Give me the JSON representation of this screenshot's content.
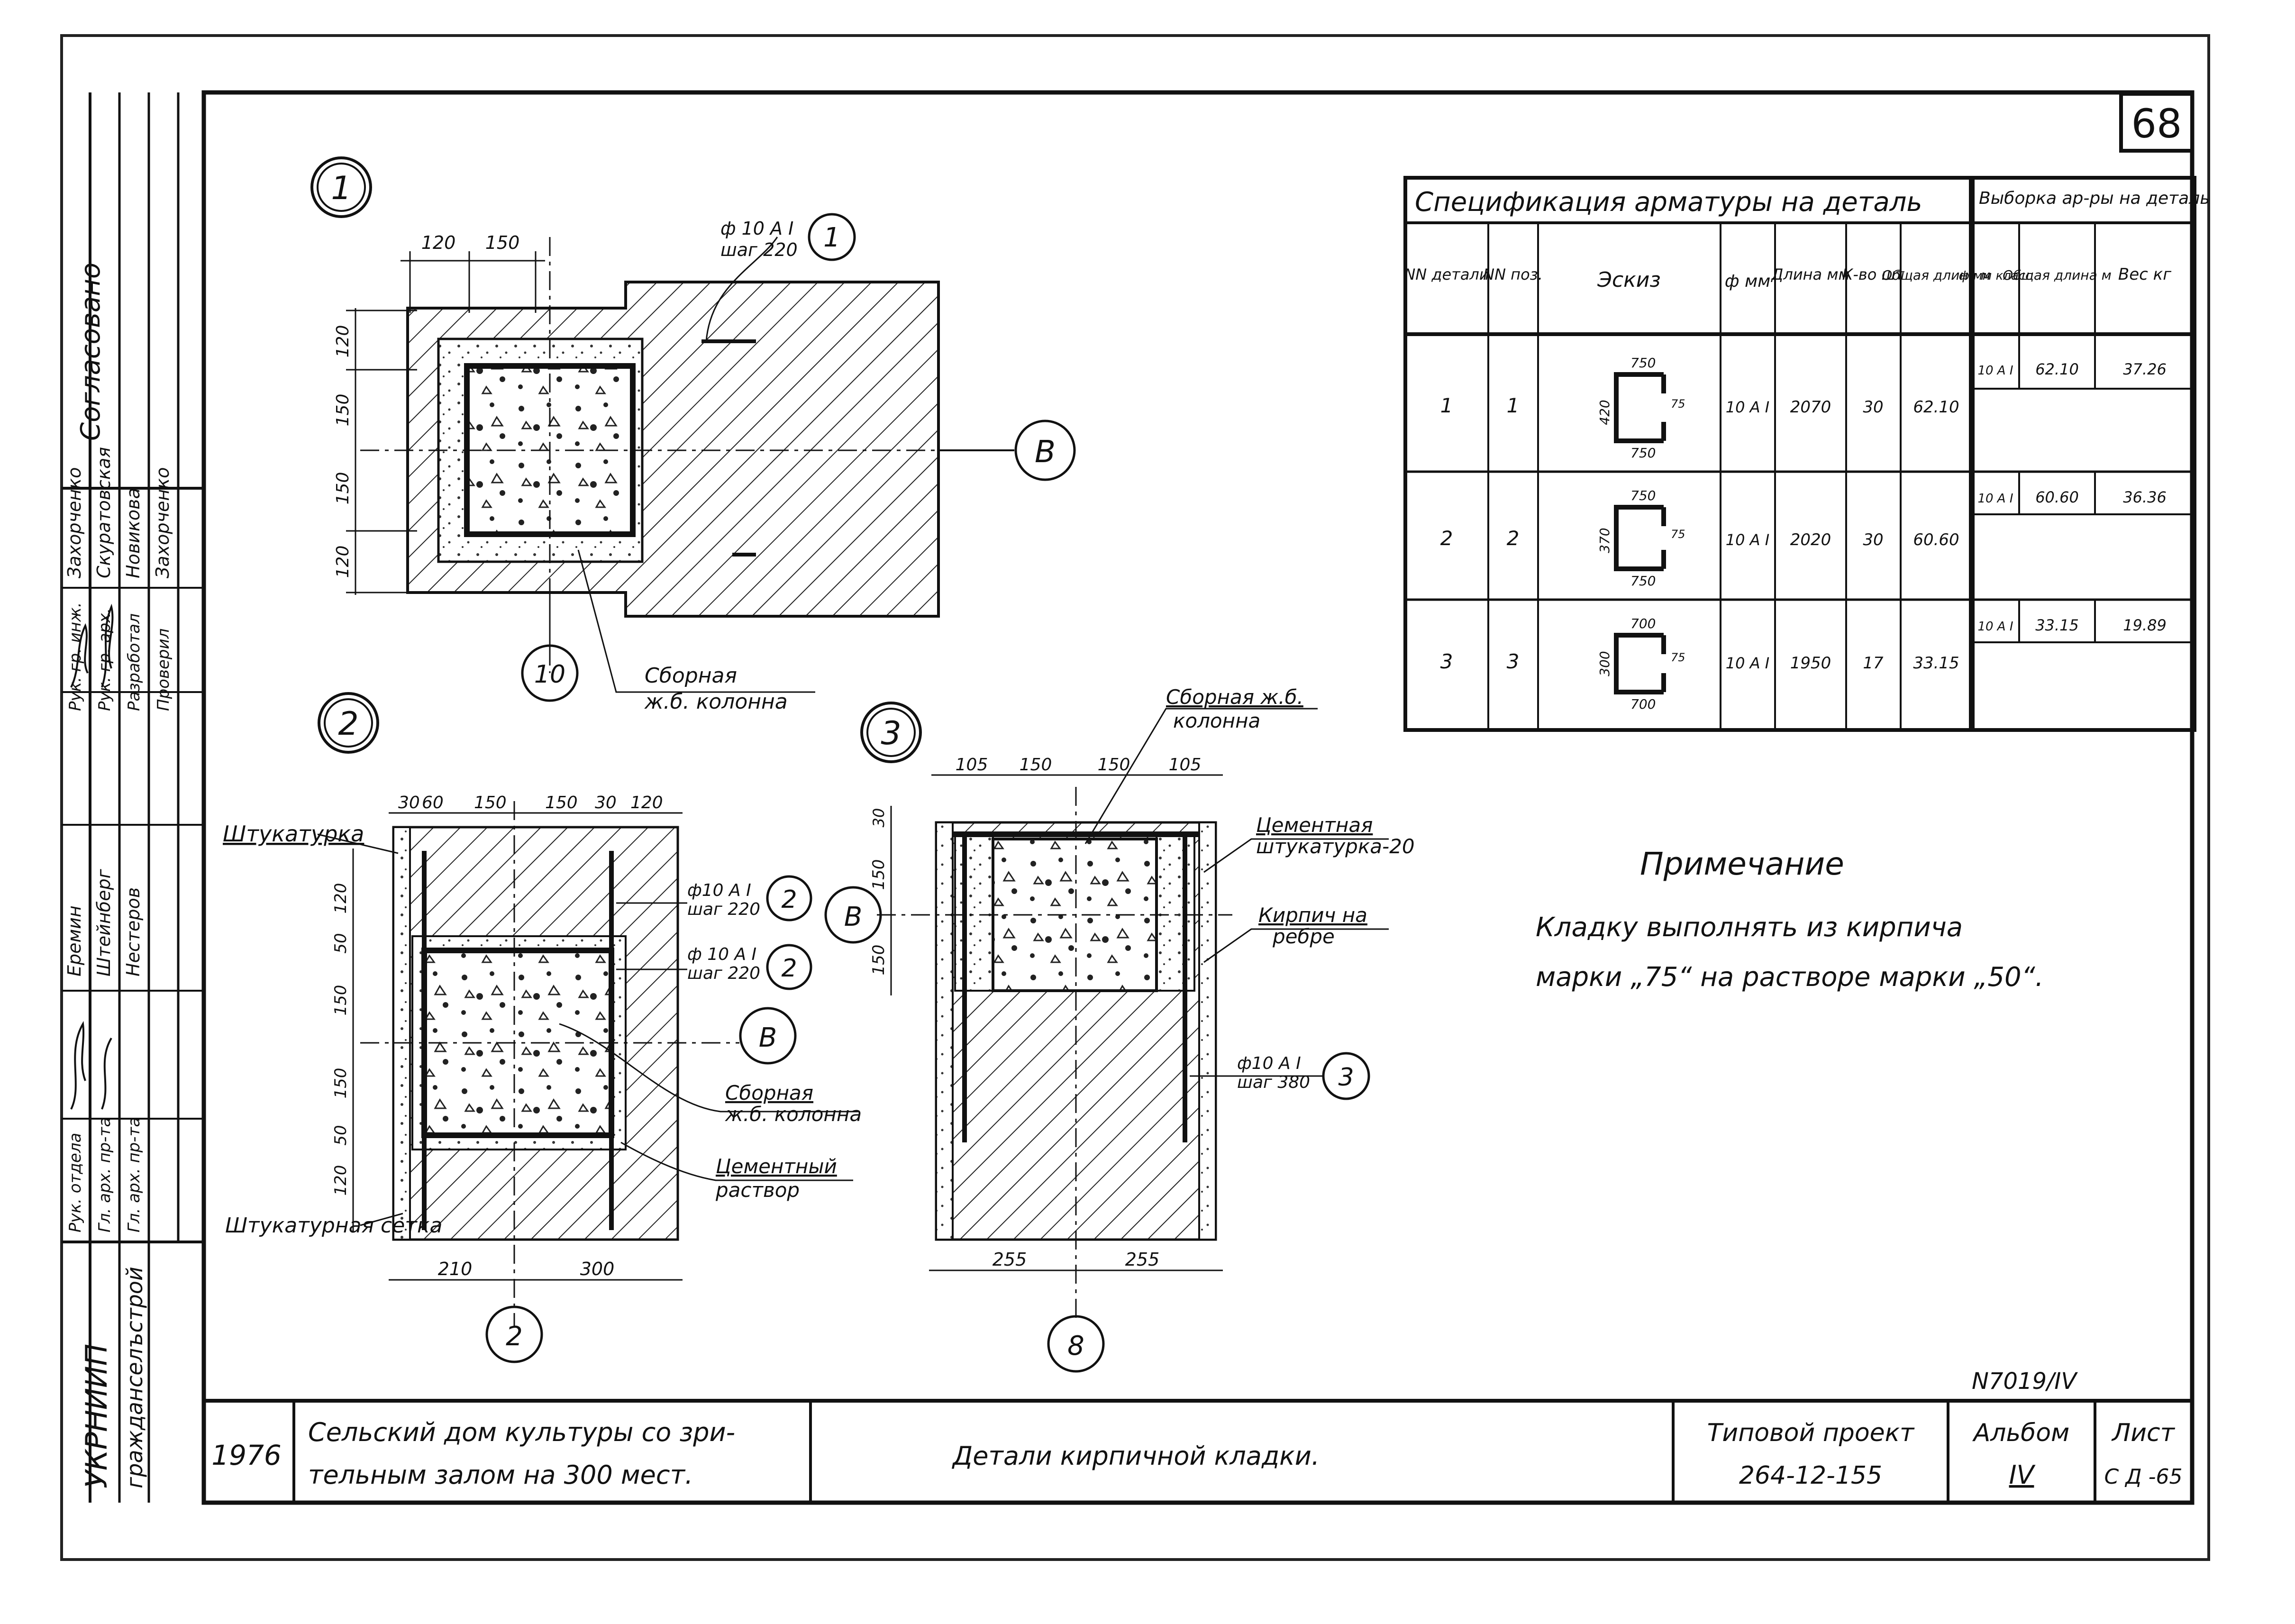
{
  "sheet_number": "68",
  "sheet_stamp": "N7019/IV",
  "side_stamp": {
    "approved": "Согласовано",
    "org": "УКРНИИП",
    "org2": "гражданселъстрой",
    "roles": [
      "Рук. гр. инж.",
      "Рук. гр. арх.",
      "Разработал",
      "Проверил",
      "Рук. отдела",
      "Гл. арх. пр-та",
      "Гл. арх. пр-та"
    ],
    "names": [
      "Захорченко",
      "Скуратовская",
      "Новикова",
      "Захорченко",
      "Еремин",
      "Штейнберг",
      "Нестеров"
    ]
  },
  "details": {
    "d1": {
      "number": "1",
      "dims_top": [
        "120",
        "150"
      ],
      "dims_left": [
        "120",
        "150",
        "150",
        "120"
      ],
      "rebar_label": "ф 10 А I",
      "rebar_step": "шаг 220",
      "rebar_pos": "1",
      "axis": "B",
      "bubble": "10",
      "column_label_1": "Сборная",
      "column_label_2": "ж.б. колонна"
    },
    "d2": {
      "number": "2",
      "dims_top": [
        "30",
        "60",
        "150",
        "150",
        "30",
        "120"
      ],
      "dims_left": [
        "120",
        "50",
        "150",
        "150",
        "50",
        "120"
      ],
      "dims_bottom": [
        "210",
        "300"
      ],
      "plaster": "Штукатурка",
      "plaster_mesh": "Штукатурная сетка",
      "rebar_a": "ф10 А I",
      "rebar_a_step": "шаг 220",
      "rebar_b": "ф 10 А I",
      "rebar_b_step": "шаг 220",
      "rebar_pos": "2",
      "axis": "B",
      "column_label_1": "Сборная",
      "column_label_2": "ж.б. колонна",
      "mortar_1": "Цементный",
      "mortar_2": "раствор",
      "bottom_bubble": "2"
    },
    "d3": {
      "number": "3",
      "dims_top": [
        "105",
        "150",
        "150",
        "105"
      ],
      "dims_left": [
        "30",
        "150",
        "150"
      ],
      "dims_bottom": [
        "255",
        "255"
      ],
      "column_label_1": "Сборная ж.б.",
      "column_label_2": "колонна",
      "plaster_1": "Цементная",
      "plaster_2": "штукатурка-20",
      "brick_1": "Кирпич на",
      "brick_2": "ребре",
      "rebar": "ф10 А I",
      "rebar_step": "шаг 380",
      "rebar_pos": "3",
      "axis": "B",
      "bottom_bubble": "8"
    }
  },
  "spec_table": {
    "title": "Спецификация арматуры на деталь",
    "title2": "Выборка ар-ры на деталь",
    "headers": [
      "NN детали",
      "NN поз.",
      "Эскиз",
      "ф мм",
      "Длина мм",
      "К-во шт",
      "Общая длина м",
      "ф мм класс",
      "Общая длина м",
      "Вес кг"
    ],
    "rows": [
      {
        "detail": "1",
        "pos": "1",
        "sketch_top": "750",
        "sketch_side": "420",
        "sketch_bottom": "750",
        "sketch_hook": "75",
        "dia": "10 А I",
        "length": "2070",
        "count": "30",
        "total": "62.10",
        "s_class": "10 А I",
        "s_total": "62.10",
        "s_weight": "37.26"
      },
      {
        "detail": "2",
        "pos": "2",
        "sketch_top": "750",
        "sketch_side": "370",
        "sketch_bottom": "750",
        "sketch_hook": "75",
        "dia": "10 А I",
        "length": "2020",
        "count": "30",
        "total": "60.60",
        "s_class": "10 А I",
        "s_total": "60.60",
        "s_weight": "36.36"
      },
      {
        "detail": "3",
        "pos": "3",
        "sketch_top": "700",
        "sketch_side": "300",
        "sketch_bottom": "700",
        "sketch_hook": "75",
        "dia": "10 А I",
        "length": "1950",
        "count": "17",
        "total": "33.15",
        "s_class": "10 А I",
        "s_total": "33.15",
        "s_weight": "19.89"
      }
    ]
  },
  "note": {
    "title": "Примечание",
    "line1": "Кладку выполнять из кирпича",
    "line2": "марки „75“ на растворе марки „50“."
  },
  "title_block": {
    "year": "1976",
    "project_1": "Сельский дом культуры со зри-",
    "project_2": "тельным залом на 300 мест.",
    "drawing": "Детали кирпичной кладки.",
    "type_1": "Типовой проект",
    "type_2": "264-12-155",
    "album_label": "Альбом",
    "album": "IV",
    "sheet_label": "Лист",
    "sheet": "С Д -65"
  }
}
